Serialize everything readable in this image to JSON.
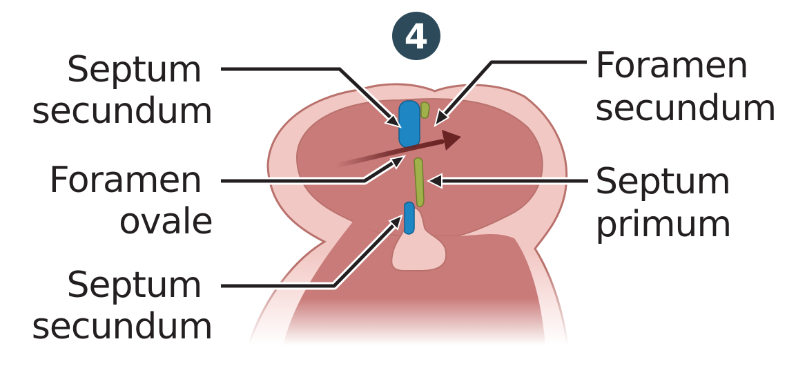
{
  "step_badge": "4",
  "labels": {
    "septum_secundum_top": [
      "Septum",
      "secundum"
    ],
    "foramen_ovale": [
      "Foramen",
      "ovale"
    ],
    "septum_secundum_bottom": [
      "Septum",
      "secundum"
    ],
    "foramen_secundum": [
      "Foramen",
      "secundum"
    ],
    "septum_primum": [
      "Septum",
      "primum"
    ]
  },
  "colors": {
    "badge": "#2d4a5a",
    "outer_wall": "#f2c8c4",
    "wall_outline": "#b9716c",
    "chamber": "#c97b79",
    "septum_secundum": "#1f86c4",
    "septum_primum": "#a0b04a",
    "flow_arrow": "#6a2424",
    "leader_line": "#231f20"
  }
}
